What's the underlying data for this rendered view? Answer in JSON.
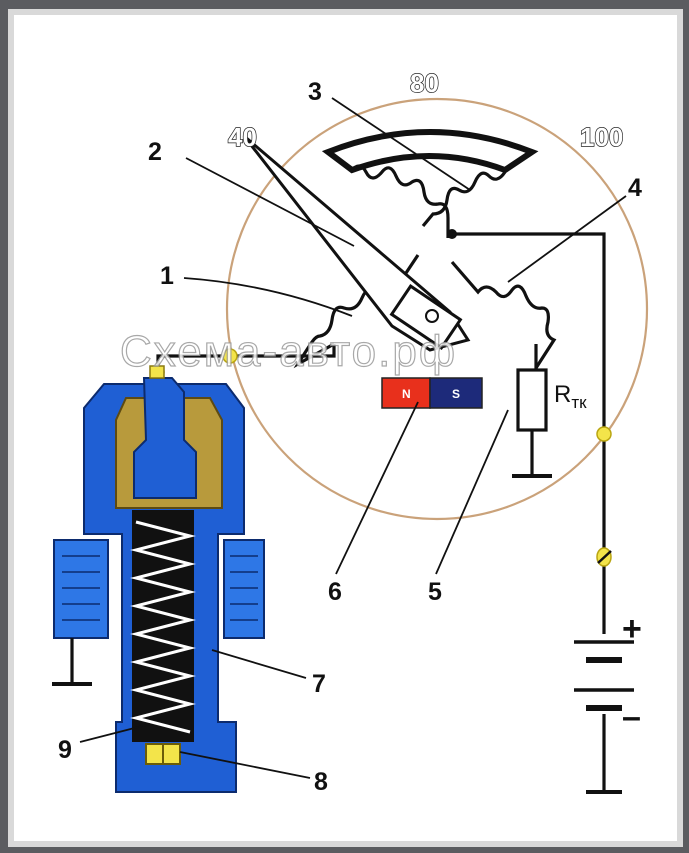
{
  "scale": {
    "left": "40",
    "top": "80",
    "right": "100"
  },
  "callouts": [
    "1",
    "2",
    "3",
    "4",
    "5",
    "6",
    "7",
    "8",
    "9"
  ],
  "resistor_label": {
    "main": "R",
    "sub": "тк"
  },
  "magnet": {
    "north": "N",
    "south": "S"
  },
  "battery": {
    "plus": "+",
    "minus": "–"
  },
  "watermark": "Схема-авто.рф",
  "colors": {
    "housing_blue": "#1f5fd4",
    "insert_olive": "#b89a3c",
    "dial_ring": "#caa27a",
    "magnet_north": "#e8301c",
    "magnet_south": "#1d2a7a",
    "junction_yellow": "#f3e44a"
  }
}
